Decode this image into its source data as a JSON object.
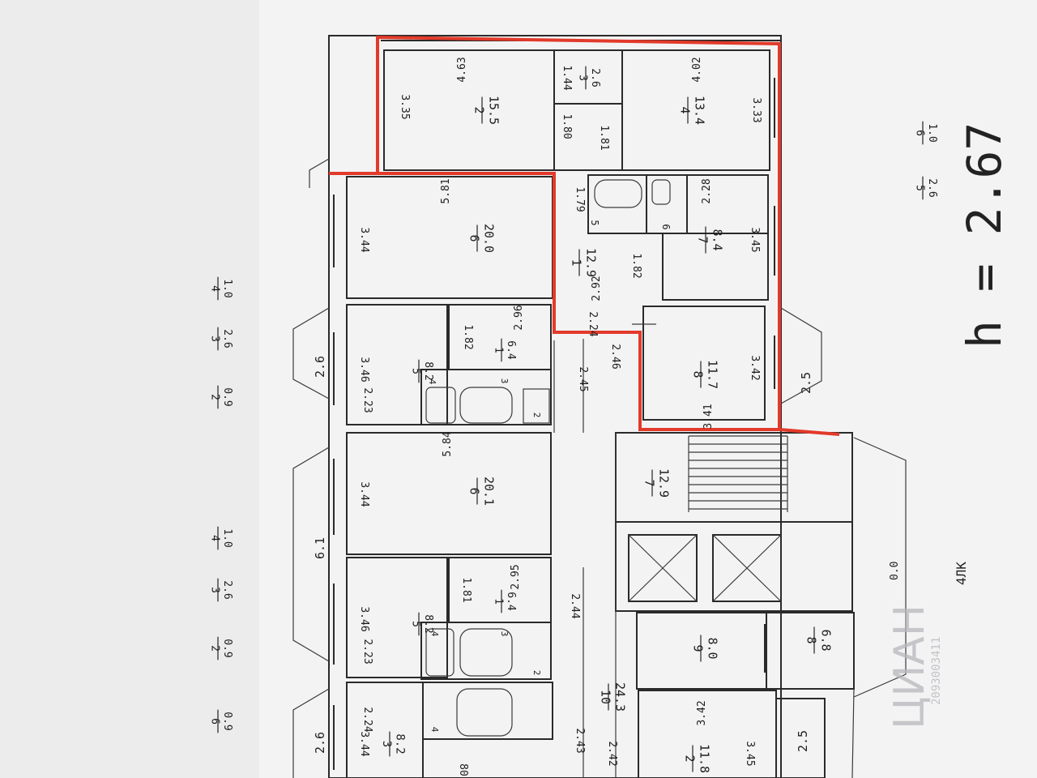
{
  "labels": {
    "height": "h = 2.67",
    "section": "4ЛК",
    "watermark": "ЦИАН",
    "watermark_sub": "2093003411",
    "out_a": "2.5",
    "out_b": "2.5",
    "out_zero": "0.0",
    "out_26a": "2.6",
    "out_26b": "2.6",
    "out_61": "6.1"
  },
  "legend": [
    {
      "num": "5",
      "area": "2.6"
    },
    {
      "num": "6",
      "area": "1.0"
    },
    {
      "num": "4",
      "area": "1.0"
    },
    {
      "num": "3",
      "area": "2.6"
    },
    {
      "num": "2",
      "area": "0.9"
    },
    {
      "num": "4",
      "area": "1.0"
    },
    {
      "num": "3",
      "area": "2.6"
    },
    {
      "num": "2",
      "area": "0.9"
    },
    {
      "num": "6",
      "area": "0.9"
    }
  ],
  "rooms": [
    {
      "num": "2",
      "area": "15.5"
    },
    {
      "num": "3",
      "area": "2.6"
    },
    {
      "num": "4",
      "area": "13.4"
    },
    {
      "num": "6",
      "area": "20.0"
    },
    {
      "num": "1",
      "area": "12.9"
    },
    {
      "num": "5",
      "area": ""
    },
    {
      "num": "6",
      "area": ""
    },
    {
      "num": "7",
      "area": "8.4"
    },
    {
      "num": "5",
      "area": "8.2"
    },
    {
      "num": "1",
      "area": "6.4"
    },
    {
      "num": "8",
      "area": "11.7"
    },
    {
      "num": "6",
      "area": "20.1"
    },
    {
      "num": "7",
      "area": "12.9"
    },
    {
      "num": "5",
      "area": "8.2"
    },
    {
      "num": "1",
      "area": "6.4"
    },
    {
      "num": "10",
      "area": "24.3"
    },
    {
      "num": "9",
      "area": "8.0"
    },
    {
      "num": "8",
      "area": "6.8"
    },
    {
      "num": "3",
      "area": "8.2"
    },
    {
      "num": "2",
      "area": "11.8"
    },
    {
      "num": "4",
      "area": ""
    },
    {
      "num": "3",
      "area": ""
    },
    {
      "num": "2",
      "area": ""
    },
    {
      "num": "4",
      "area": ""
    },
    {
      "num": "3",
      "area": ""
    },
    {
      "num": "2",
      "area": ""
    },
    {
      "num": "4",
      "area": ""
    }
  ],
  "dims": [
    "4.63",
    "3.35",
    "1.44",
    "1.80",
    "1.81",
    "4.02",
    "3.33",
    "5.81",
    "3.44",
    "1.79",
    "2.28",
    "3.45",
    "1.82",
    "2.92",
    "2.24",
    "2.96",
    "1.82",
    "3.46",
    "2.23",
    "2.45",
    "2.46",
    "3.42",
    "3.41",
    "5.84",
    "3.44",
    "2.95",
    "1.81",
    "3.46",
    "2.23",
    "2.44",
    "3.42",
    "2.43",
    "2.42",
    "2.24",
    "3.44",
    "3.45",
    "80"
  ]
}
